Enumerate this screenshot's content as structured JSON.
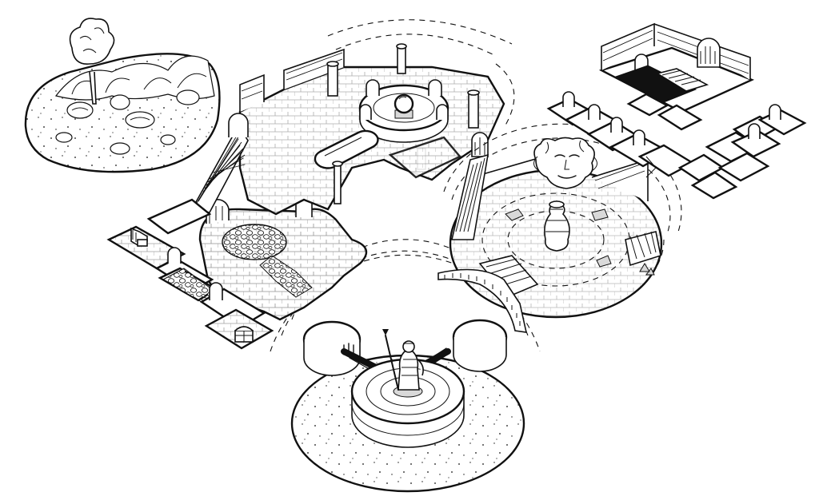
{
  "image": {
    "kind": "isometric dungeon map",
    "style": "black ink line art on white",
    "colors": {
      "ink": "#111111",
      "paper": "#ffffff",
      "shade": "#d9d9d9"
    }
  },
  "areas": [
    "outdoor-rocky-island",
    "pillar-hall",
    "central-dais",
    "cobblestone-chamber",
    "throne-alcove",
    "treasure-alcove",
    "guardian-statue-courtyard",
    "urn-rotunda",
    "carved-face-relief",
    "bridge-room",
    "branching-corridors"
  ],
  "icons": [
    "tree-icon",
    "pillar-icon",
    "crystal-ball-icon",
    "stairs-icon",
    "throne-icon",
    "treasure-chest-icon",
    "warrior-statue-icon",
    "urn-icon",
    "carved-face-icon",
    "bridge-icon",
    "door-icon",
    "weapon-rack-icon"
  ]
}
